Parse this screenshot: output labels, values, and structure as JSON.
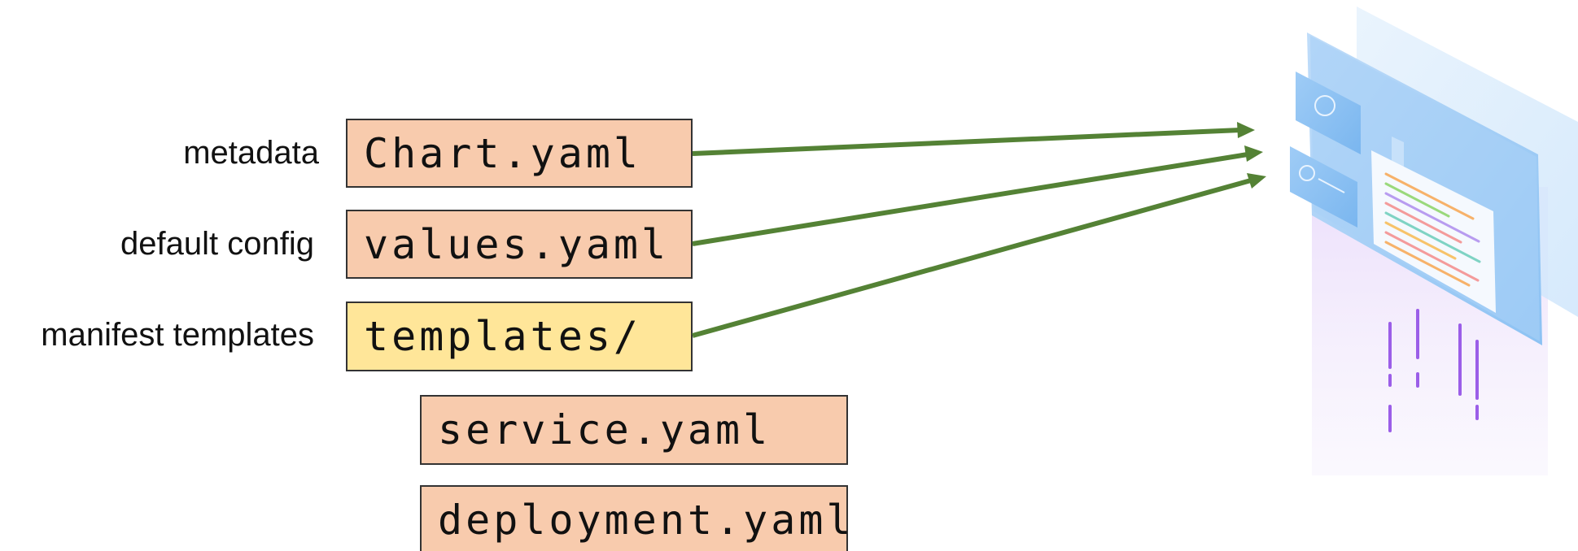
{
  "labels": {
    "metadata": "metadata",
    "default_config": "default config",
    "manifest_templates": "manifest templates"
  },
  "files": {
    "chart": "Chart.yaml",
    "values": "values.yaml",
    "templates": "templates/",
    "service": "service.yaml",
    "deployment": "deployment.yaml"
  },
  "colors": {
    "file_box": "#F8CBAD",
    "folder_box": "#FFE699",
    "arrow": "#548235"
  },
  "icons": {
    "target": "helm-chart-package-illustration"
  }
}
